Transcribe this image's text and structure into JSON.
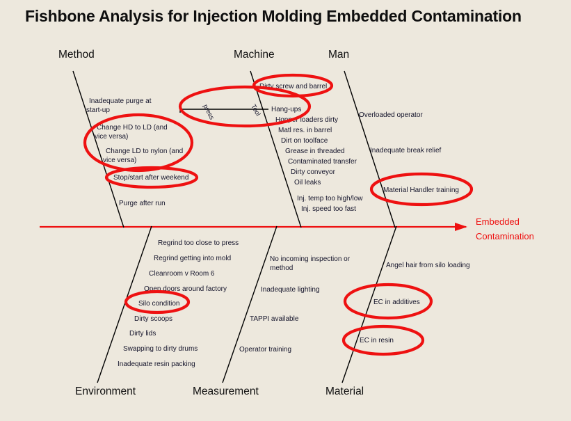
{
  "title": "Fishbone Analysis for Injection Molding Embedded Contamination",
  "colors": {
    "background": "#ede8dd",
    "bone": "#000000",
    "spine": "#ee1111",
    "highlight": "#ee1111",
    "text": "#14142b",
    "title": "#0f0f0f"
  },
  "effect": {
    "line1": "Embedded",
    "line2": "Contamination"
  },
  "sub_labels": {
    "press": "press",
    "tool": "Tool"
  },
  "categories": [
    {
      "name": "Method",
      "label": "Method",
      "position": "top",
      "causes": [
        {
          "line1": "Inadequate purge at",
          "line2": "start-up",
          "highlighted": false
        },
        {
          "line1": "Change HD to LD (and",
          "line2": "vice versa)",
          "highlighted": true
        },
        {
          "line1": "Change LD to nylon (and",
          "line2": "vice versa)",
          "highlighted": true
        },
        {
          "line1": "Stop/start after weekend",
          "line2": "",
          "highlighted": true
        },
        {
          "line1": "Purge after run",
          "line2": "",
          "highlighted": false
        }
      ]
    },
    {
      "name": "Machine",
      "label": "Machine",
      "position": "top",
      "causes": [
        {
          "line1": "Dirty screw and barrel",
          "line2": "",
          "highlighted": true
        },
        {
          "line1": "Hang-ups",
          "line2": "",
          "highlighted": true
        },
        {
          "line1": "Hopper loaders  dirty",
          "line2": "",
          "highlighted": false
        },
        {
          "line1": "Matl res. in barrel",
          "line2": "",
          "highlighted": false
        },
        {
          "line1": "Dirt on toolface",
          "line2": "",
          "highlighted": false
        },
        {
          "line1": "Grease in threaded",
          "line2": "",
          "highlighted": false
        },
        {
          "line1": "Contaminated transfer",
          "line2": "",
          "highlighted": false
        },
        {
          "line1": "Dirty conveyor",
          "line2": "",
          "highlighted": false
        },
        {
          "line1": "Oil leaks",
          "line2": "",
          "highlighted": false
        },
        {
          "line1": "Inj. temp too high/low",
          "line2": "",
          "highlighted": false
        },
        {
          "line1": "Inj. speed too fast",
          "line2": "",
          "highlighted": false
        }
      ]
    },
    {
      "name": "Man",
      "label": "Man",
      "position": "top",
      "causes": [
        {
          "line1": "Overloaded operator",
          "line2": "",
          "highlighted": false
        },
        {
          "line1": "Inadequate break relief",
          "line2": "",
          "highlighted": false
        },
        {
          "line1": "Material Handler training",
          "line2": "",
          "highlighted": true
        }
      ]
    },
    {
      "name": "Environment",
      "label": "Environment",
      "position": "bottom",
      "causes": [
        {
          "line1": "Regrind too close to press",
          "line2": "",
          "highlighted": false
        },
        {
          "line1": "Regrind getting into mold",
          "line2": "",
          "highlighted": false
        },
        {
          "line1": "Cleanroom  v Room 6",
          "line2": "",
          "highlighted": false
        },
        {
          "line1": "Open doors around factory",
          "line2": "",
          "highlighted": false
        },
        {
          "line1": "Silo condition",
          "line2": "",
          "highlighted": true
        },
        {
          "line1": "Dirty scoops",
          "line2": "",
          "highlighted": false
        },
        {
          "line1": "Dirty lids",
          "line2": "",
          "highlighted": false
        },
        {
          "line1": "Swapping to dirty drums",
          "line2": "",
          "highlighted": false
        },
        {
          "line1": "Inadequate resin packing",
          "line2": "",
          "highlighted": false
        }
      ]
    },
    {
      "name": "Measurement",
      "label": "Measurement",
      "position": "bottom",
      "causes": [
        {
          "line1": "No incoming inspection or",
          "line2": "method",
          "highlighted": false
        },
        {
          "line1": "Inadequate lighting",
          "line2": "",
          "highlighted": false
        },
        {
          "line1": "TAPPI available",
          "line2": "",
          "highlighted": false
        },
        {
          "line1": "Operator training",
          "line2": "",
          "highlighted": false
        }
      ]
    },
    {
      "name": "Material",
      "label": "Material",
      "position": "bottom",
      "causes": [
        {
          "line1": "Angel hair from silo loading",
          "line2": "",
          "highlighted": false
        },
        {
          "line1": "EC in additives",
          "line2": "",
          "highlighted": true
        },
        {
          "line1": "EC in resin",
          "line2": "",
          "highlighted": true
        }
      ]
    }
  ]
}
